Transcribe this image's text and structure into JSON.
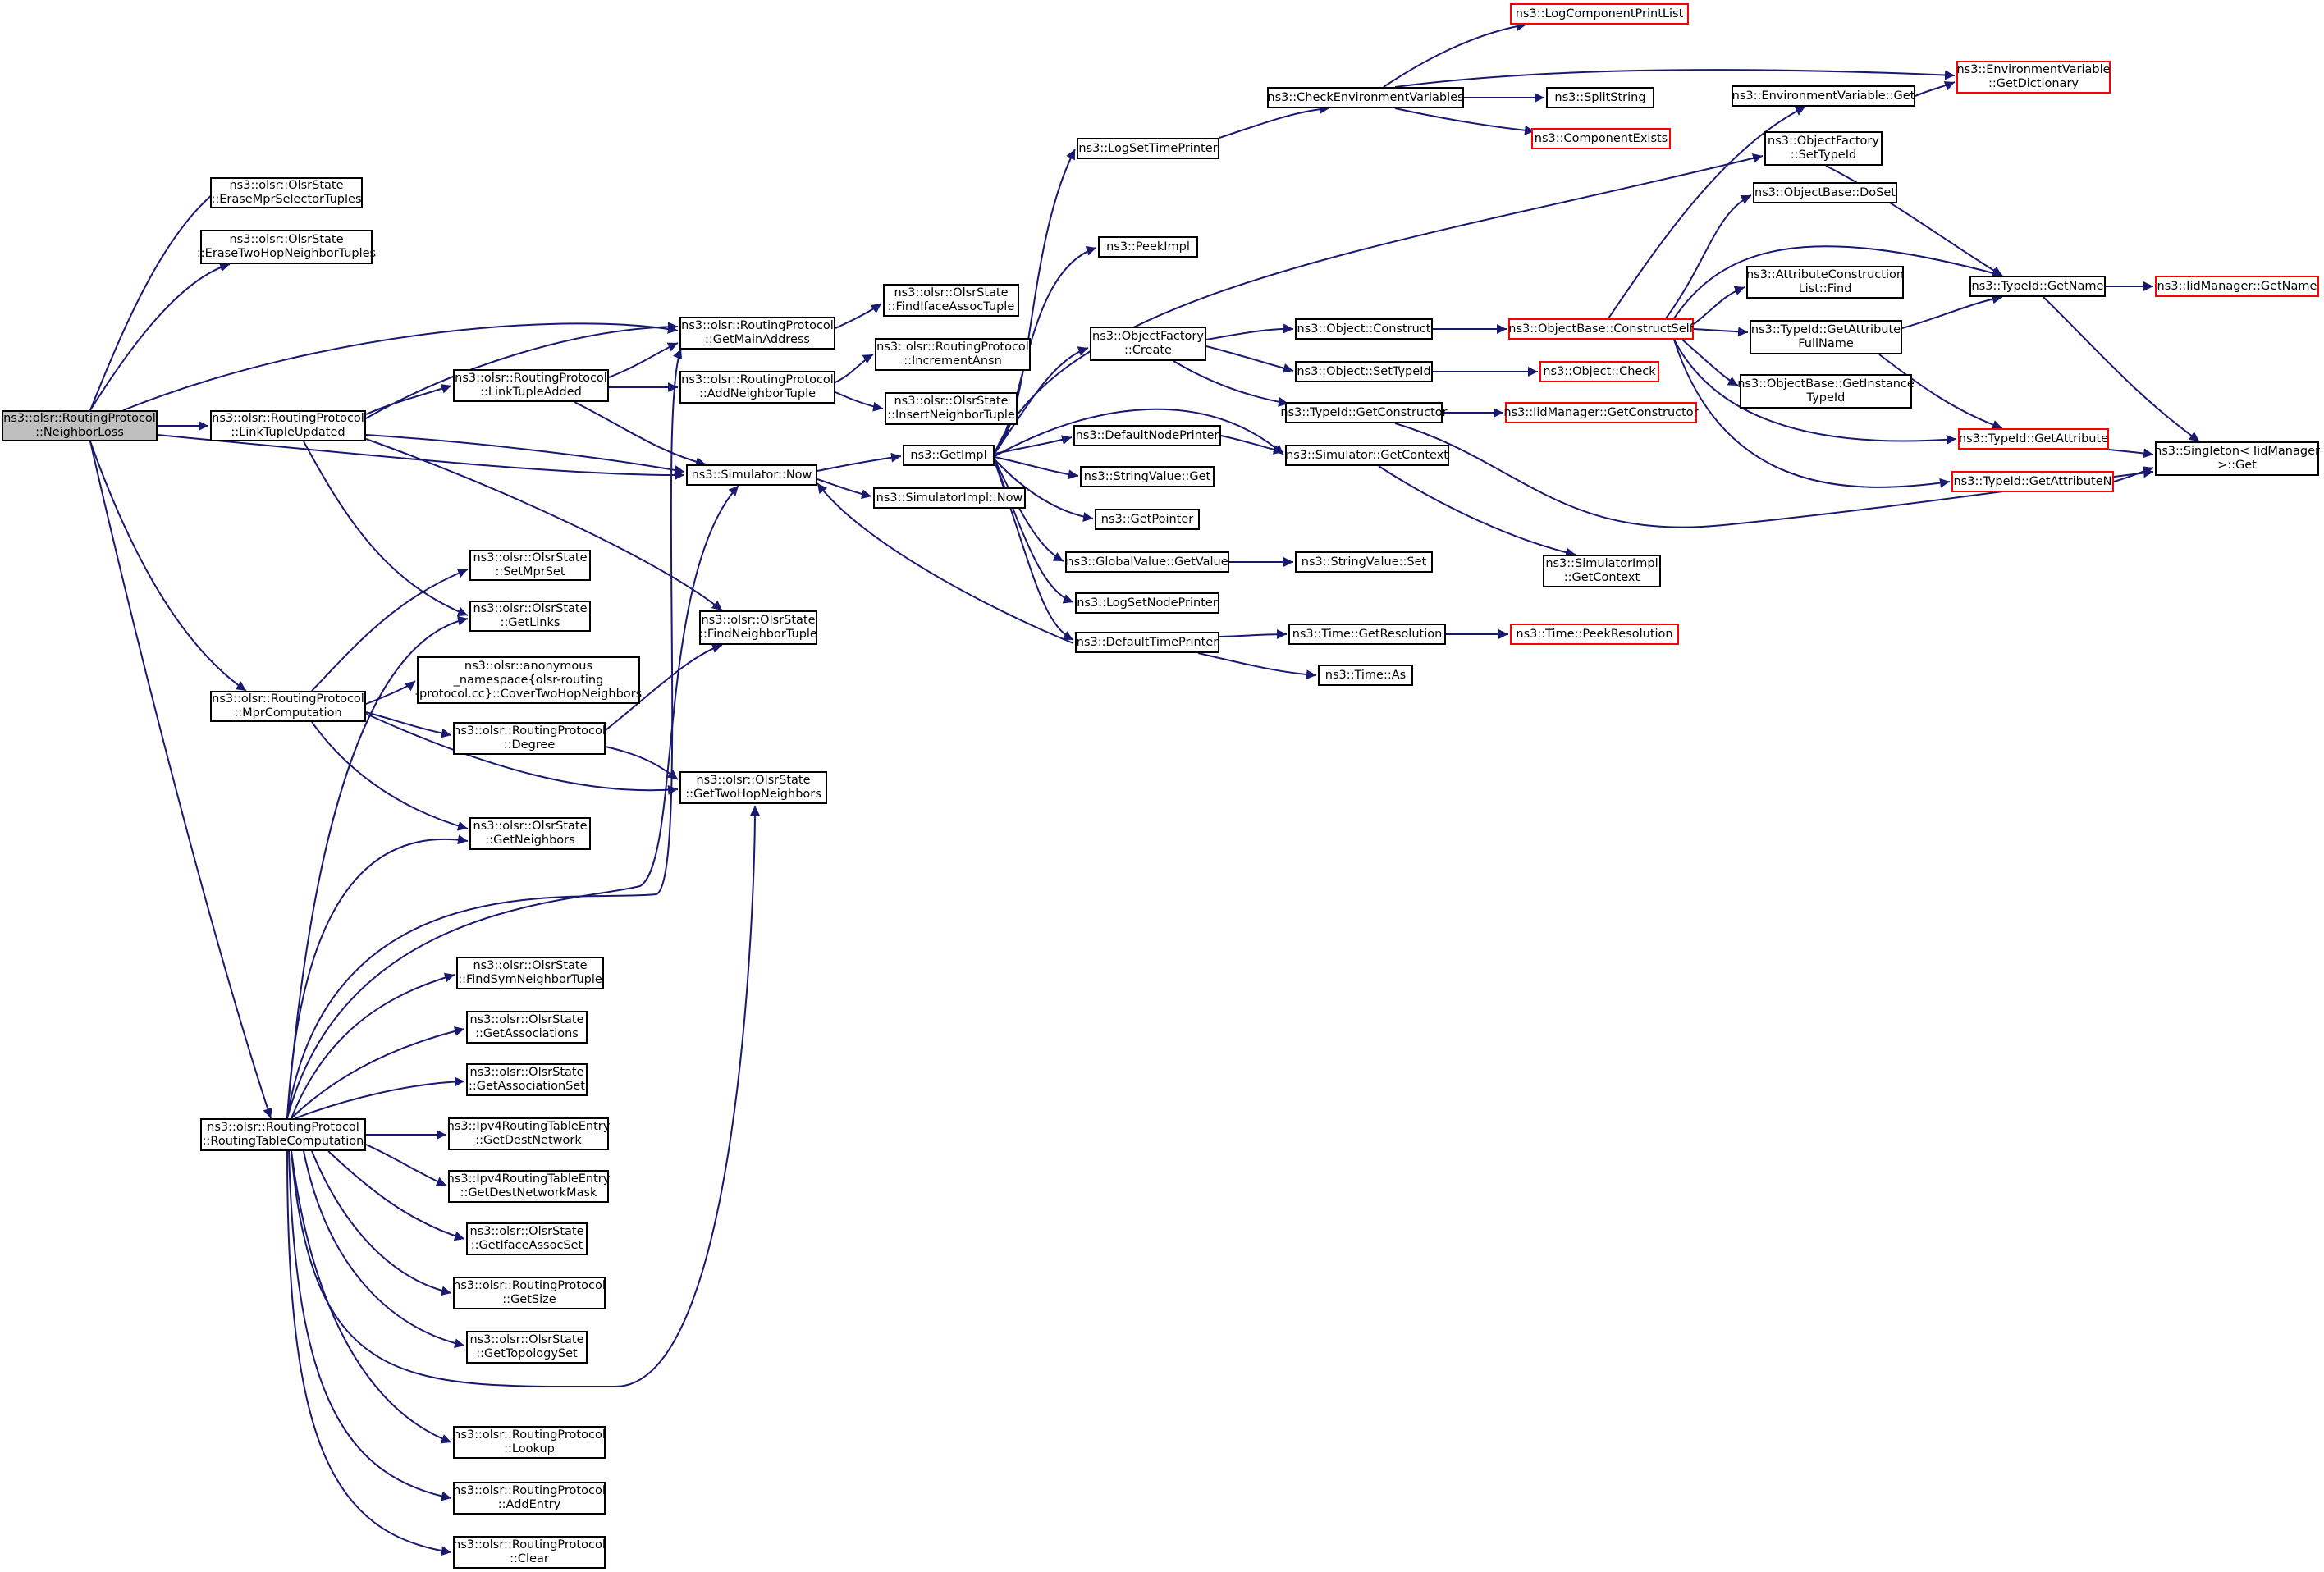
{
  "colors": {
    "edge": "#191970",
    "border": "#000000",
    "red_border": "#ff0000",
    "root_fill": "#bfbfbf"
  },
  "nodes": {
    "neighbor_loss": [
      "ns3::olsr::RoutingProtocol",
      "::NeighborLoss"
    ],
    "erase_mpr_selector_tuples": [
      "ns3::olsr::OlsrState",
      "::EraseMprSelectorTuples"
    ],
    "erase_two_hop_neighbor_tuples": [
      "ns3::olsr::OlsrState",
      "::EraseTwoHopNeighborTuples"
    ],
    "link_tuple_updated": [
      "ns3::olsr::RoutingProtocol",
      "::LinkTupleUpdated"
    ],
    "mpr_computation": [
      "ns3::olsr::RoutingProtocol",
      "::MprComputation"
    ],
    "routing_table_computation": [
      "ns3::olsr::RoutingProtocol",
      "::RoutingTableComputation"
    ],
    "link_tuple_added": [
      "ns3::olsr::RoutingProtocol",
      "::LinkTupleAdded"
    ],
    "set_mpr_set": [
      "ns3::olsr::OlsrState",
      "::SetMprSet"
    ],
    "get_links": [
      "ns3::olsr::OlsrState",
      "::GetLinks"
    ],
    "cover_two_hop_neighbors": [
      "ns3::olsr::anonymous",
      "_namespace{olsr-routing",
      "-protocol.cc}::CoverTwoHopNeighbors"
    ],
    "degree": [
      "ns3::olsr::RoutingProtocol",
      "::Degree"
    ],
    "get_neighbors": [
      "ns3::olsr::OlsrState",
      "::GetNeighbors"
    ],
    "find_sym_neighbor_tuple": [
      "ns3::olsr::OlsrState",
      "::FindSymNeighborTuple"
    ],
    "get_associations": [
      "ns3::olsr::OlsrState",
      "::GetAssociations"
    ],
    "get_association_set": [
      "ns3::olsr::OlsrState",
      "::GetAssociationSet"
    ],
    "get_dest_network": [
      "ns3::Ipv4RoutingTableEntry",
      "::GetDestNetwork"
    ],
    "get_dest_network_mask": [
      "ns3::Ipv4RoutingTableEntry",
      "::GetDestNetworkMask"
    ],
    "get_iface_assoc_set": [
      "ns3::olsr::OlsrState",
      "::GetIfaceAssocSet"
    ],
    "get_size": [
      "ns3::olsr::RoutingProtocol",
      "::GetSize"
    ],
    "get_topology_set": [
      "ns3::olsr::OlsrState",
      "::GetTopologySet"
    ],
    "lookup": [
      "ns3::olsr::RoutingProtocol",
      "::Lookup"
    ],
    "add_entry": [
      "ns3::olsr::RoutingProtocol",
      "::AddEntry"
    ],
    "clear": [
      "ns3::olsr::RoutingProtocol",
      "::Clear"
    ],
    "get_main_address": [
      "ns3::olsr::RoutingProtocol",
      "::GetMainAddress"
    ],
    "add_neighbor_tuple": [
      "ns3::olsr::RoutingProtocol",
      "::AddNeighborTuple"
    ],
    "simulator_now": [
      "ns3::Simulator::Now"
    ],
    "find_neighbor_tuple": [
      "ns3::olsr::OlsrState",
      "::FindNeighborTuple"
    ],
    "get_two_hop_neighbors": [
      "ns3::olsr::OlsrState",
      "::GetTwoHopNeighbors"
    ],
    "find_iface_assoc_tuple": [
      "ns3::olsr::OlsrState",
      "::FindIfaceAssocTuple"
    ],
    "increment_ansn": [
      "ns3::olsr::RoutingProtocol",
      "::IncrementAnsn"
    ],
    "insert_neighbor_tuple": [
      "ns3::olsr::OlsrState",
      "::InsertNeighborTuple"
    ],
    "get_impl": [
      "ns3::GetImpl"
    ],
    "simulator_impl_now": [
      "ns3::SimulatorImpl::Now"
    ],
    "log_set_time_printer": [
      "ns3::LogSetTimePrinter"
    ],
    "peek_impl": [
      "ns3::PeekImpl"
    ],
    "object_factory_create": [
      "ns3::ObjectFactory",
      "::Create"
    ],
    "default_node_printer": [
      "ns3::DefaultNodePrinter"
    ],
    "string_value_get": [
      "ns3::StringValue::Get"
    ],
    "get_pointer": [
      "ns3::GetPointer"
    ],
    "global_value_get_value": [
      "ns3::GlobalValue::GetValue"
    ],
    "log_set_node_printer": [
      "ns3::LogSetNodePrinter"
    ],
    "default_time_printer": [
      "ns3::DefaultTimePrinter"
    ],
    "check_environment_variables": [
      "ns3::CheckEnvironmentVariables"
    ],
    "log_component_print_list": [
      "ns3::LogComponentPrintList"
    ],
    "split_string": [
      "ns3::SplitString"
    ],
    "component_exists": [
      "ns3::ComponentExists"
    ],
    "object_construct": [
      "ns3::Object::Construct"
    ],
    "object_set_type_id": [
      "ns3::Object::SetTypeId"
    ],
    "type_id_get_constructor": [
      "ns3::TypeId::GetConstructor"
    ],
    "simulator_get_context": [
      "ns3::Simulator::GetContext"
    ],
    "string_value_set": [
      "ns3::StringValue::Set"
    ],
    "simulator_impl_get_context": [
      "ns3::SimulatorImpl",
      "::GetContext"
    ],
    "time_get_resolution": [
      "ns3::Time::GetResolution"
    ],
    "time_as": [
      "ns3::Time::As"
    ],
    "time_peek_resolution": [
      "ns3::Time::PeekResolution"
    ],
    "object_base_construct_self": [
      "ns3::ObjectBase::ConstructSelf"
    ],
    "object_check": [
      "ns3::Object::Check"
    ],
    "iid_manager_get_constructor": [
      "ns3::IidManager::GetConstructor"
    ],
    "environment_variable_get": [
      "ns3::EnvironmentVariable::Get"
    ],
    "object_factory_set_type_id": [
      "ns3::ObjectFactory",
      "::SetTypeId"
    ],
    "object_base_do_set": [
      "ns3::ObjectBase::DoSet"
    ],
    "attribute_construction_list_find": [
      "ns3::AttributeConstruction",
      "List::Find"
    ],
    "type_id_get_attribute_full_name": [
      "ns3::TypeId::GetAttribute",
      "FullName"
    ],
    "object_base_get_instance_type_id": [
      "ns3::ObjectBase::GetInstance",
      "TypeId"
    ],
    "type_id_get_attribute": [
      "ns3::TypeId::GetAttribute"
    ],
    "type_id_get_attribute_n": [
      "ns3::TypeId::GetAttributeN"
    ],
    "environment_variable_get_dictionary": [
      "ns3::EnvironmentVariable",
      "::GetDictionary"
    ],
    "type_id_get_name": [
      "ns3::TypeId::GetName"
    ],
    "iid_manager_get_name": [
      "ns3::IidManager::GetName"
    ],
    "singleton_get": [
      "ns3::Singleton< IidManager",
      " >::Get"
    ]
  }
}
